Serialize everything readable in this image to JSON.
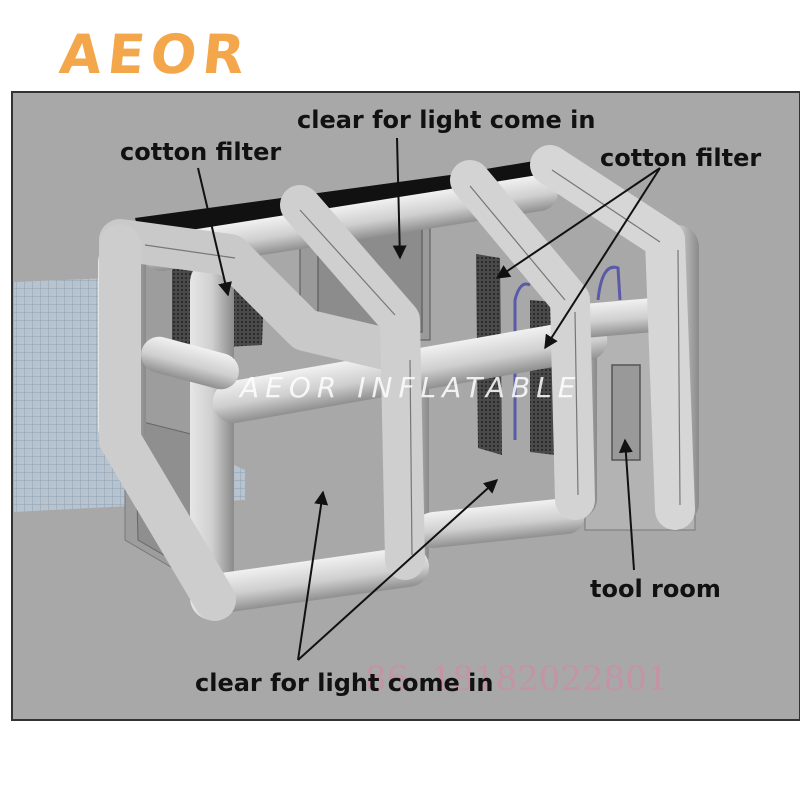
{
  "logo": {
    "text": "AEOR",
    "color": "#f3a64a"
  },
  "watermark": {
    "text": "AEOR INFLATABLE"
  },
  "phone_watermark": {
    "text": "86- 18182022801"
  },
  "labels": {
    "clear_top": "clear for light come in",
    "cotton_left": "cotton filter",
    "cotton_right": "cotton filter",
    "tool_room": "tool room",
    "clear_bottom": "clear for light come in"
  },
  "colors": {
    "panel_background": "#a8a8a8",
    "tube": "#d0d0d0",
    "tube_shadow": "#8e8e8e",
    "filter_mesh": "#3c3c3c",
    "floor_grid": "#a9b8c6"
  }
}
